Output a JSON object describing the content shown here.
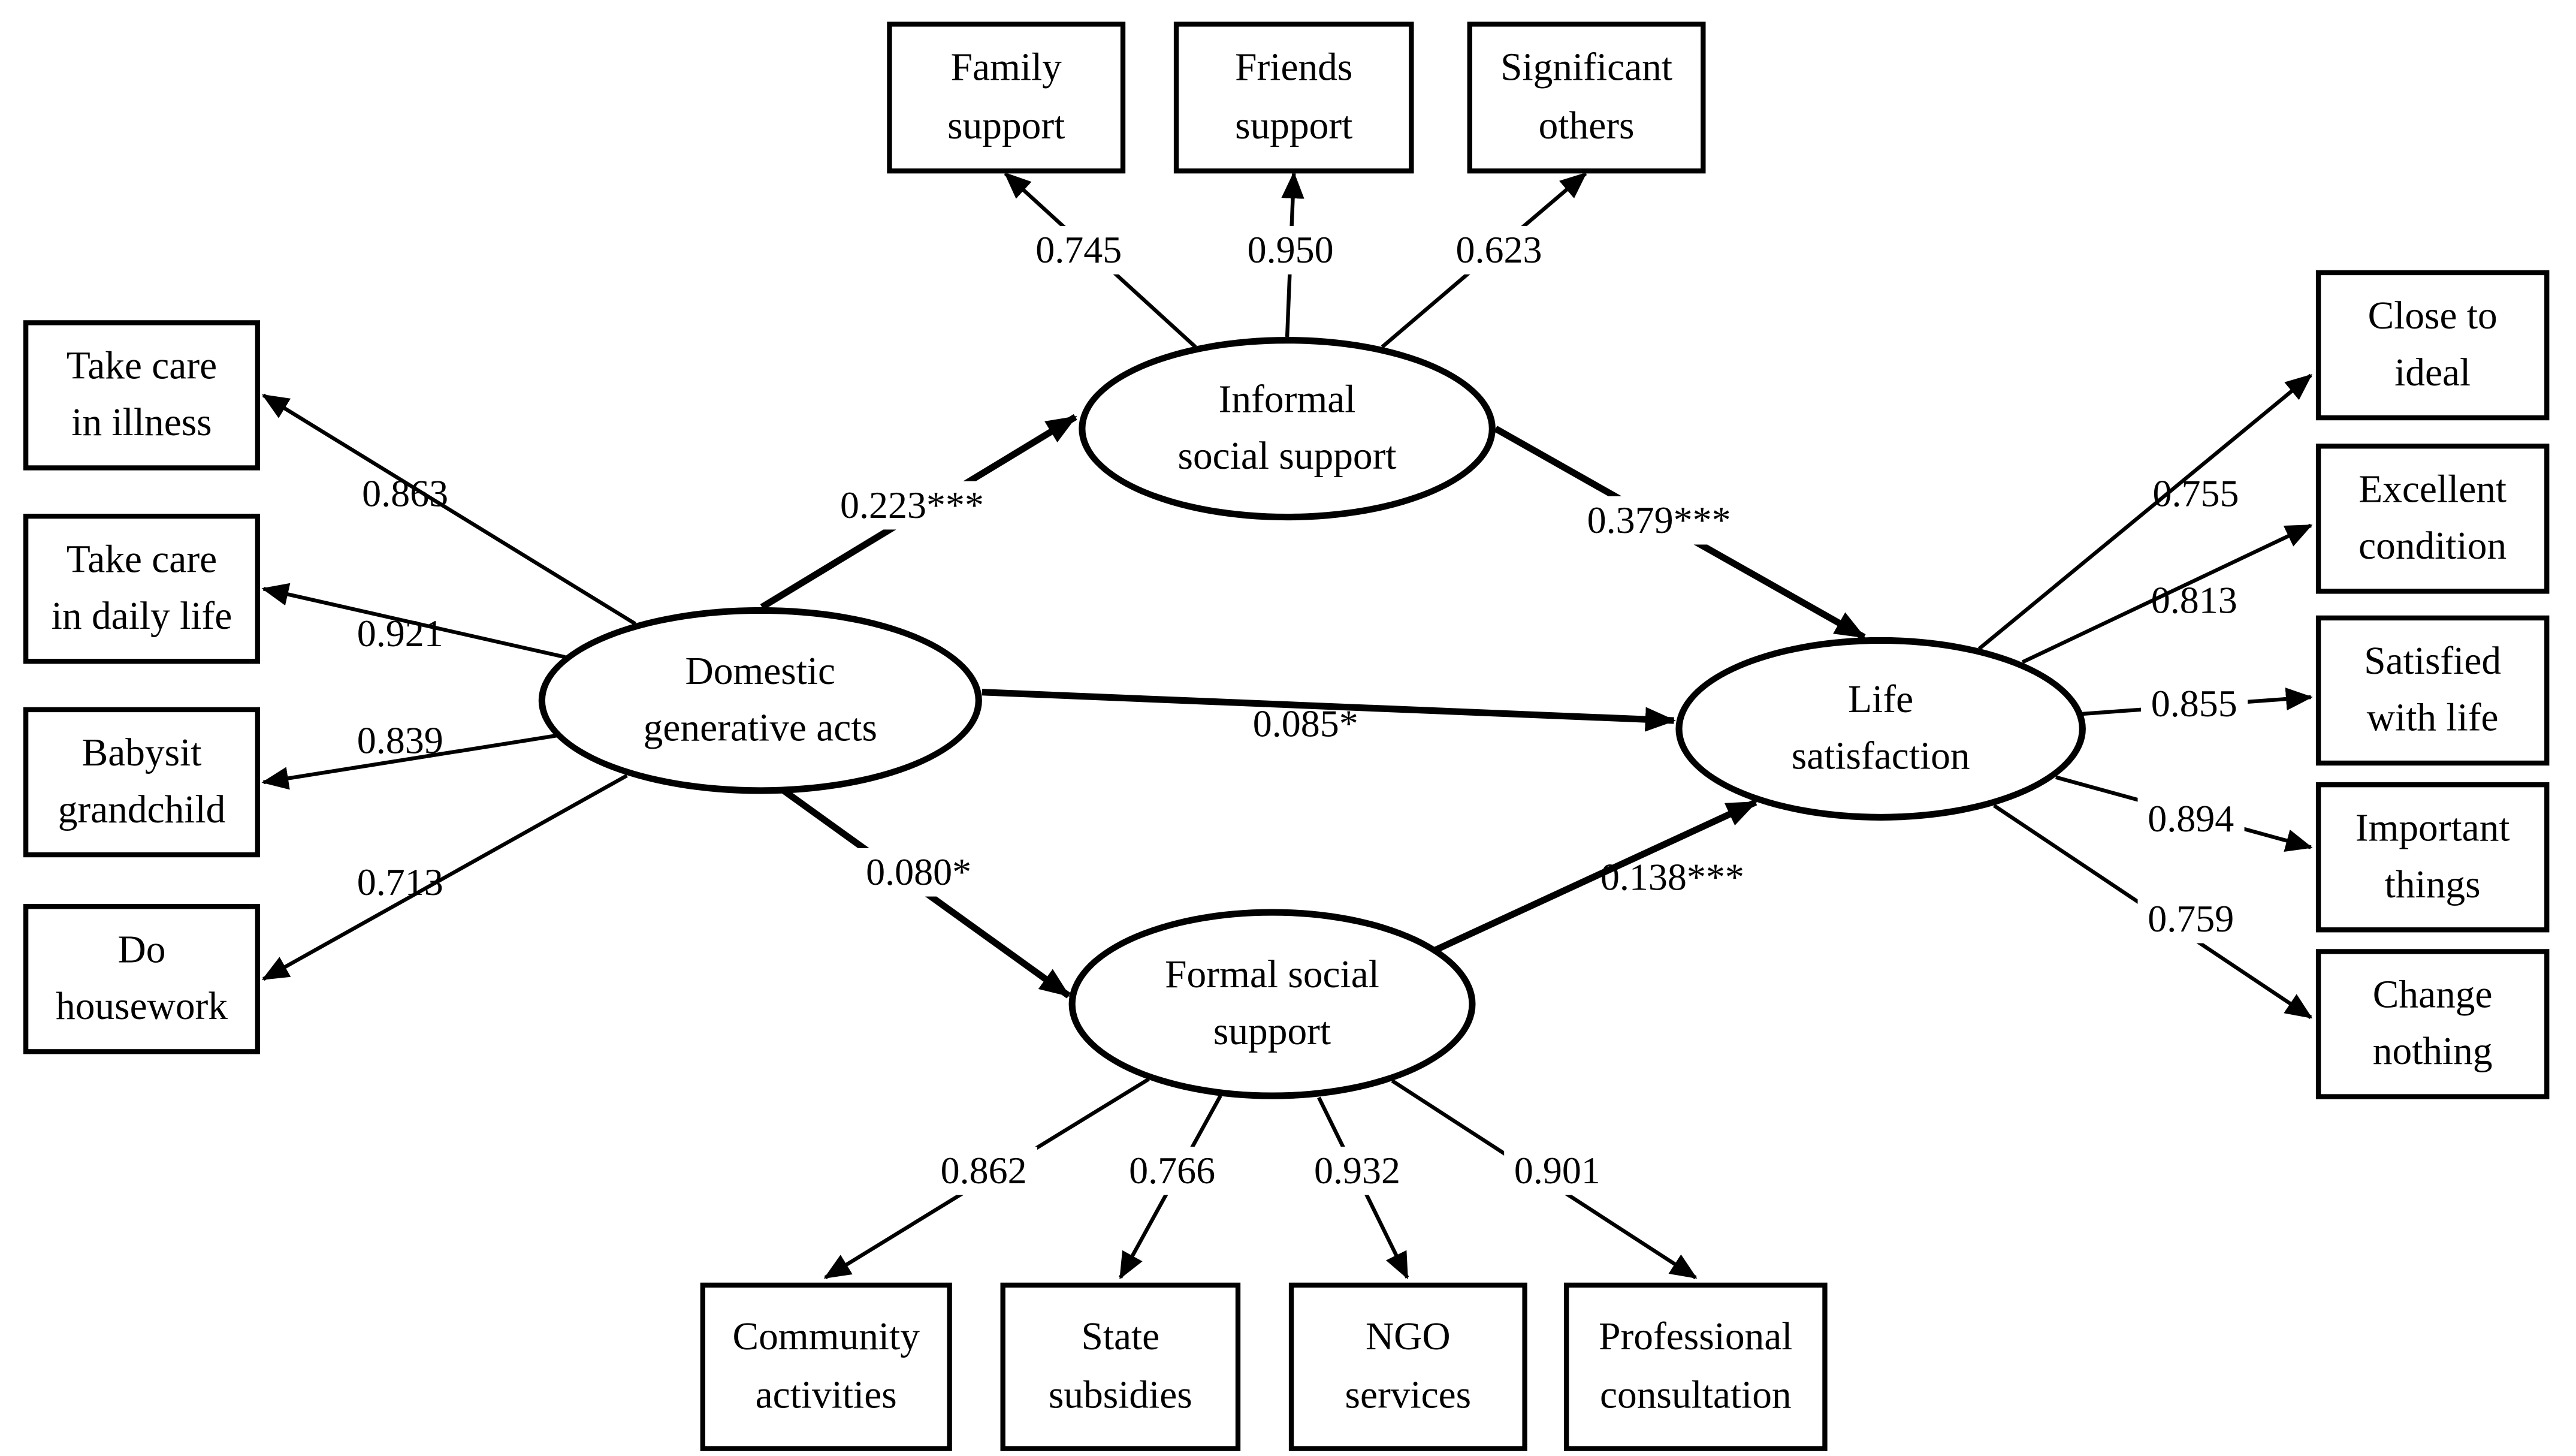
{
  "figure": {
    "type": "structural-equation-model-path-diagram",
    "background_color": "#ffffff",
    "ink_color": "#000000"
  },
  "latents": {
    "domestic": {
      "label": "Domestic\ngenerative acts"
    },
    "informal": {
      "label": "Informal\nsocial support"
    },
    "formal": {
      "label": "Formal social\nsupport"
    },
    "life": {
      "label": "Life\nsatisfaction"
    }
  },
  "indicators": {
    "domestic": [
      {
        "label": "Take care\nin illness",
        "loading": "0.863"
      },
      {
        "label": "Take care\nin daily life",
        "loading": "0.921"
      },
      {
        "label": "Babysit\ngrandchild",
        "loading": "0.839"
      },
      {
        "label": "Do\nhousework",
        "loading": "0.713"
      }
    ],
    "informal": [
      {
        "label": "Family\nsupport",
        "loading": "0.745"
      },
      {
        "label": "Friends\nsupport",
        "loading": "0.950"
      },
      {
        "label": "Significant\nothers",
        "loading": "0.623"
      }
    ],
    "formal": [
      {
        "label": "Community\nactivities",
        "loading": "0.862"
      },
      {
        "label": "State\nsubsidies",
        "loading": "0.766"
      },
      {
        "label": "NGO\nservices",
        "loading": "0.932"
      },
      {
        "label": "Professional\nconsultation",
        "loading": "0.901"
      }
    ],
    "life": [
      {
        "label": "Close to\nideal",
        "loading": "0.755"
      },
      {
        "label": "Excellent\ncondition",
        "loading": "0.813"
      },
      {
        "label": "Satisfied\nwith life",
        "loading": "0.855"
      },
      {
        "label": "Important\nthings",
        "loading": "0.894"
      },
      {
        "label": "Change\nnothing",
        "loading": "0.759"
      }
    ]
  },
  "paths": [
    {
      "from": "Domestic generative acts",
      "to": "Informal social support",
      "coefficient": "0.223***"
    },
    {
      "from": "Informal social support",
      "to": "Life satisfaction",
      "coefficient": "0.379***"
    },
    {
      "from": "Domestic generative acts",
      "to": "Life satisfaction",
      "coefficient": "0.085*"
    },
    {
      "from": "Domestic generative acts",
      "to": "Formal social support",
      "coefficient": "0.080*"
    },
    {
      "from": "Formal social support",
      "to": "Life satisfaction",
      "coefficient": "0.138***"
    }
  ]
}
